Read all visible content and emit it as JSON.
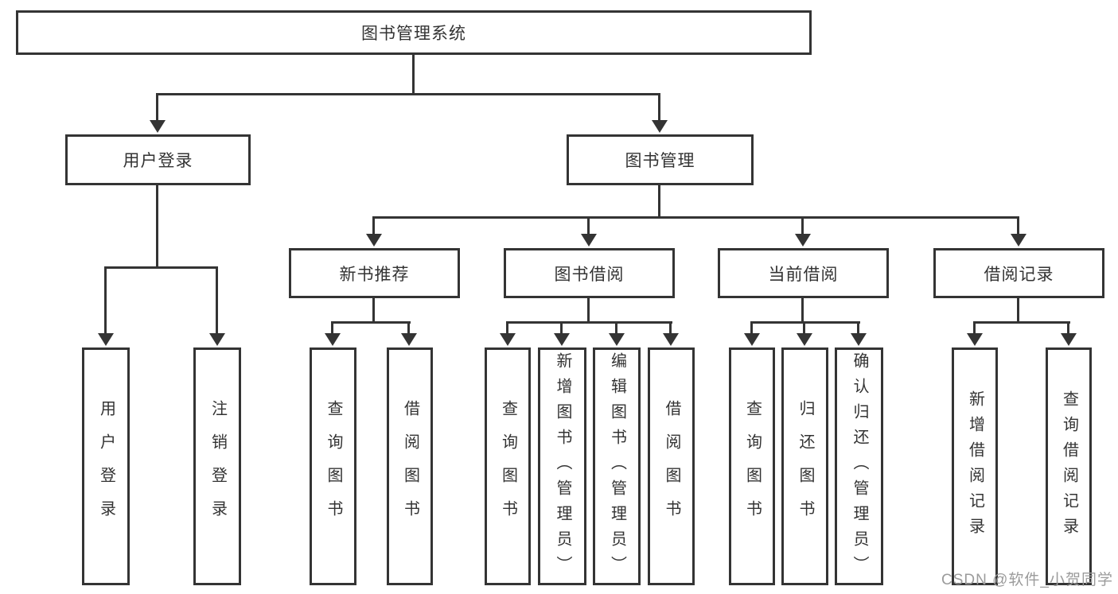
{
  "tree": {
    "root": "图书管理系统",
    "children": [
      {
        "label": "用户登录",
        "children": [
          "用户登录",
          "注销登录"
        ]
      },
      {
        "label": "图书管理",
        "children": [
          {
            "label": "新书推荐",
            "children": [
              "查询图书",
              "借阅图书"
            ]
          },
          {
            "label": "图书借阅",
            "children": [
              "查询图书",
              "新增图书（管理员）",
              "编辑图书（管理员）",
              "借阅图书"
            ]
          },
          {
            "label": "当前借阅",
            "children": [
              "查询图书",
              "归还图书",
              "确认归还（管理员）"
            ]
          },
          {
            "label": "借阅记录",
            "children": [
              "新增借阅记录",
              "查询借阅记录"
            ]
          }
        ]
      }
    ]
  },
  "watermark": "CSDN @软件_小贺同学",
  "colors": {
    "line": "#343434",
    "text": "#333333",
    "background": "#ffffff",
    "watermark": "#9b9b9b"
  }
}
